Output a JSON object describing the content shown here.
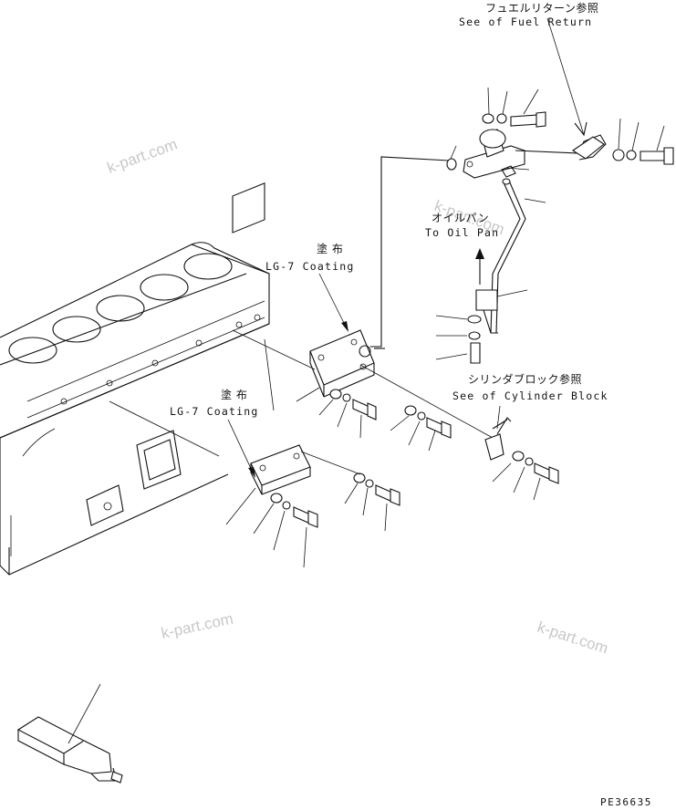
{
  "labels": {
    "fuel_return_jp": "フュエルリターン参照",
    "fuel_return_en": "See of Fuel Return",
    "oil_pan_jp": "オイルパン",
    "oil_pan_en": "To Oil Pan",
    "coating_upper_jp": "塗 布",
    "coating_upper_en": "LG-7 Coating",
    "coating_lower_jp": "塗 布",
    "coating_lower_en": "LG-7 Coating",
    "cylinder_block_jp": "シリンダブロック参照",
    "cylinder_block_en": "See of Cylinder Block"
  },
  "watermarks": [
    "k-part.com",
    "k-part.com",
    "k-part.com",
    "k-part.com"
  ],
  "drawing_code": "PE36635"
}
